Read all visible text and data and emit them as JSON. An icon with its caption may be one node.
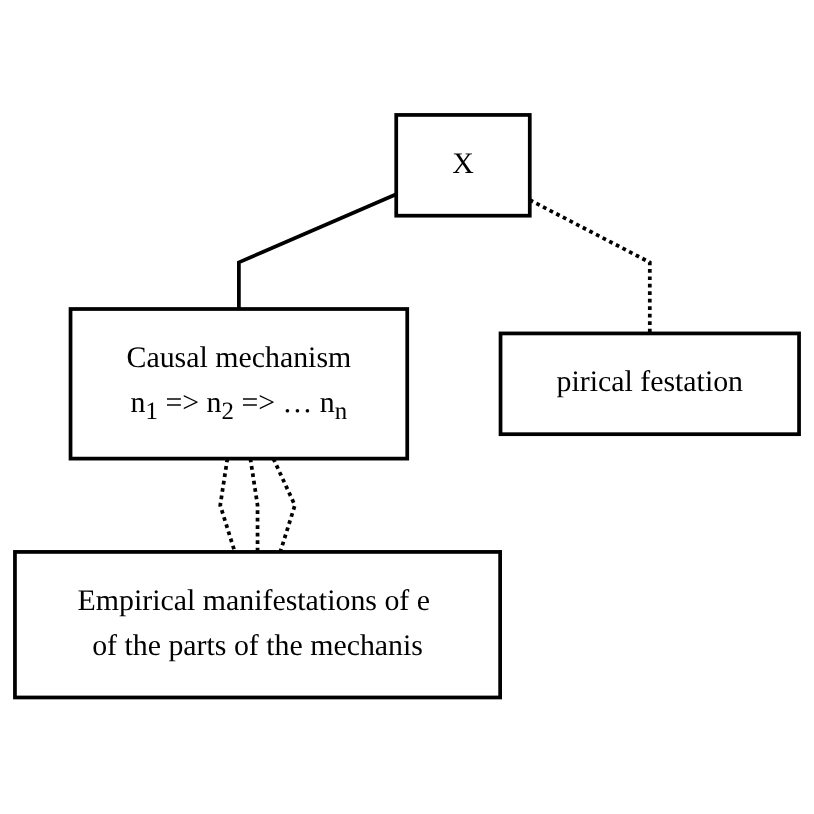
{
  "diagram": {
    "nodes": [
      {
        "text": [
          "X"
        ]
      },
      {
        "text": [
          "Causal mechanism",
          "n$_{1}$ => n$_{2}$ => … n$_{n}$"
        ]
      },
      {
        "text": [
          "pirical festation"
        ]
      },
      {
        "text": [
          "Empirical manifestations of e of the parts of the mechanis"
        ]
      }
    ],
    "edges": [
      {
        "from": 0,
        "to": 1,
        "arrow": "none"
      },
      {
        "from": 0,
        "to": 2,
        "arrow": "none",
        "style": "dashed"
      },
      {
        "from": 1,
        "to": 3,
        "arrow": "none",
        "style": "dashed"
      },
      {
        "from": 1,
        "to": 3,
        "arrow": "none",
        "style": "dashed"
      },
      {
        "from": 1,
        "to": 3,
        "arrow": "none",
        "style": "dashed"
      }
    ]
  }
}
